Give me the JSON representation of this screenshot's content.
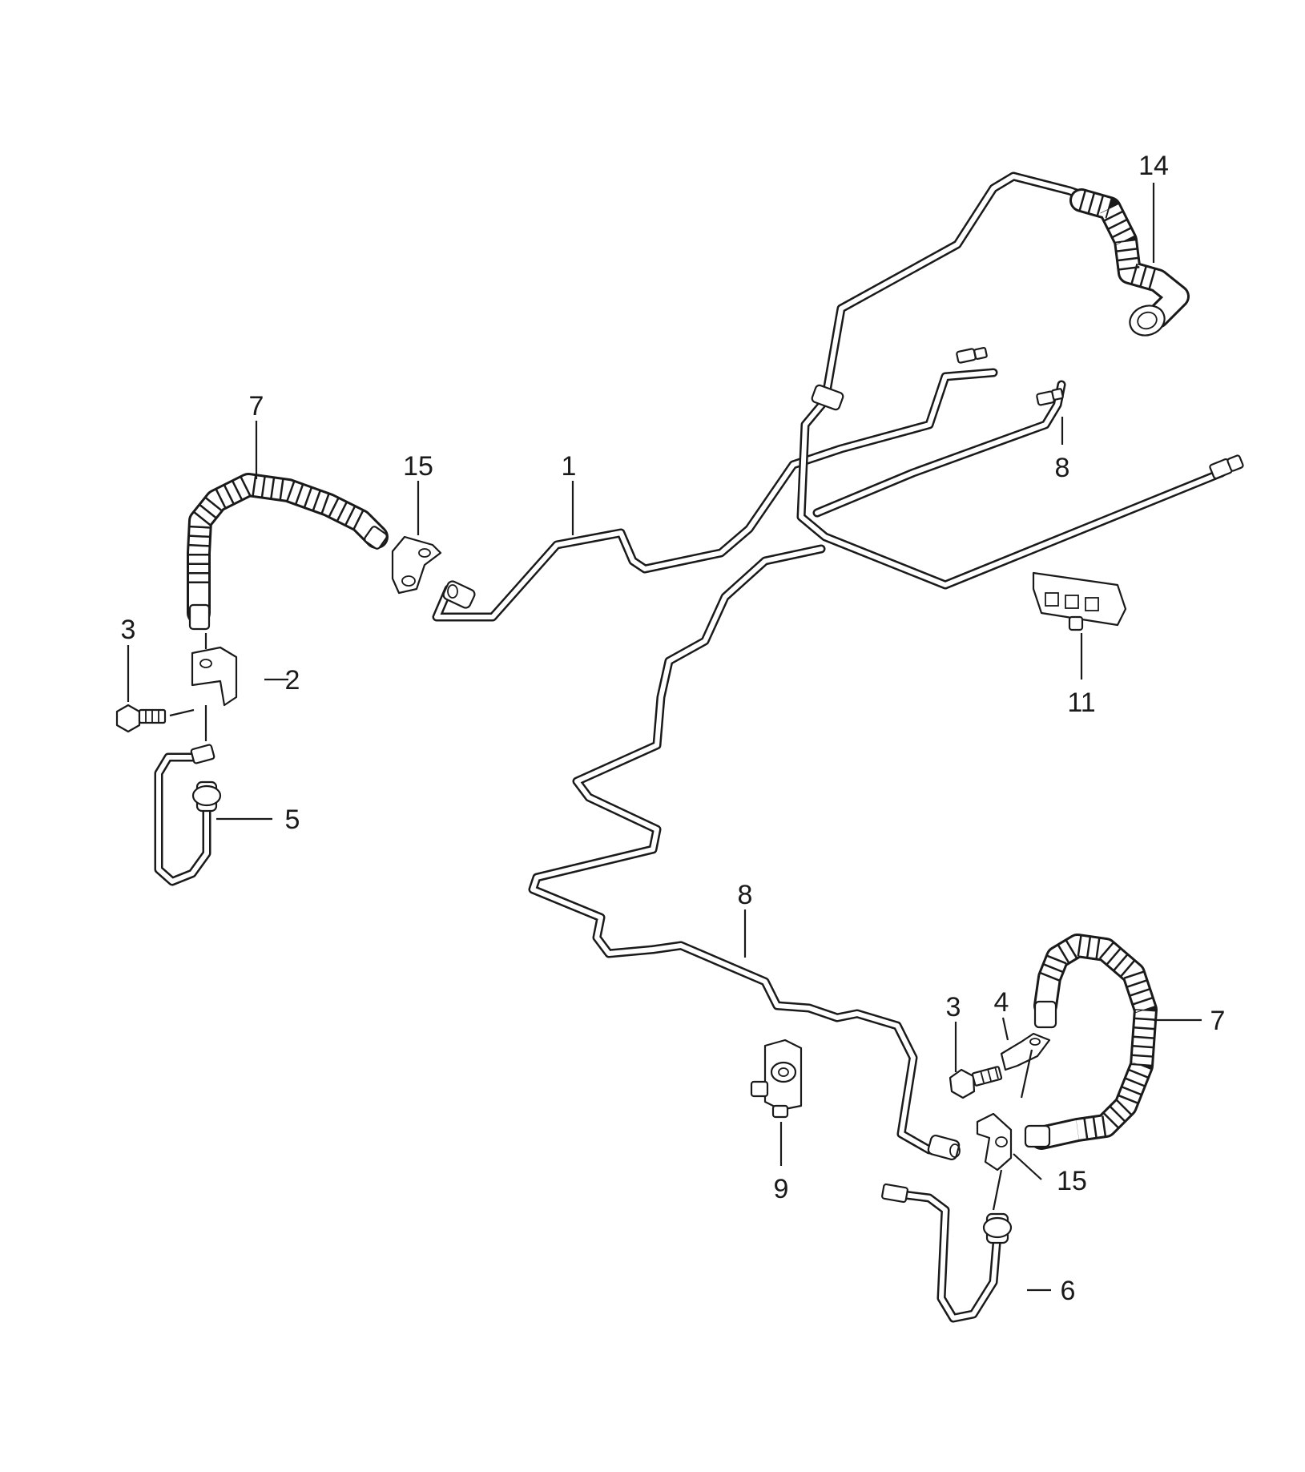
{
  "diagram": {
    "colors": {
      "ink": "#1a1a1a",
      "paper": "#ffffff"
    },
    "callouts": {
      "c1": "1",
      "c2": "2",
      "c3_left": "3",
      "c3_right": "3",
      "c4": "4",
      "c5": "5",
      "c6": "6",
      "c7_left": "7",
      "c7_right": "7",
      "c8_top": "8",
      "c8_mid": "8",
      "c9": "9",
      "c11": "11",
      "c14": "14",
      "c15_left": "15",
      "c15_right": "15"
    }
  }
}
